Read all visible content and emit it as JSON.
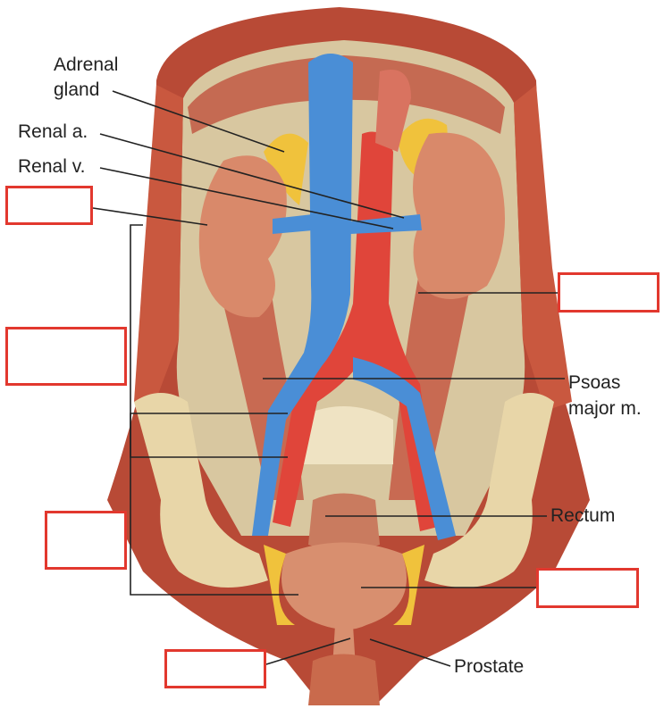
{
  "labels": {
    "adrenal_line1": "Adrenal",
    "adrenal_line2": "gland",
    "renal_artery": "Renal a.",
    "renal_vein": "Renal v.",
    "psoas_line1": "Psoas",
    "psoas_line2": "major m.",
    "rectum": "Rectum",
    "prostate": "Prostate"
  },
  "colors": {
    "box_border": "#e2382e",
    "vein": "#4a8ed6",
    "artery": "#e0453a",
    "muscle": "#c8604a",
    "fat": "#f0c23c",
    "kidney": "#d9896a",
    "bone": "#e8d6a8",
    "leader_line": "#222222"
  }
}
